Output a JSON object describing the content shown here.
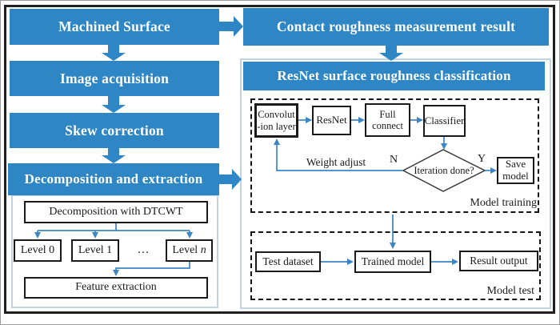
{
  "left_column": {
    "machined_surface": "Machined Surface",
    "image_acquisition": "Image acquisition",
    "skew_correction": "Skew correction",
    "decomposition_extraction": "Decomposition and extraction",
    "decomposition_dtcwt": "Decomposition with DTCWT",
    "level_0": "Level 0",
    "level_1": "Level 1",
    "ellipsis": "…",
    "level_n_prefix": "Level ",
    "level_n_var": "n",
    "feature_extraction": "Feature extraction"
  },
  "right_column": {
    "contact_header": "Contact roughness measurement result",
    "resnet_header": "ResNet surface roughness classification",
    "training": {
      "conv_line1": "Convolut",
      "conv_line2": "-ion layer",
      "resnet": "ResNet",
      "full_line1": "Full",
      "full_line2": "connect",
      "classifier": "Classifier",
      "weight_adjust": "Weight adjust",
      "n_label": "N",
      "iteration_done": "Iteration done?",
      "y_label": "Y",
      "save_line1": "Save",
      "save_line2": "model",
      "section_label": "Model training"
    },
    "test": {
      "test_dataset": "Test dataset",
      "trained_model": "Trained model",
      "result_output": "Result output",
      "section_label": "Model test"
    }
  },
  "colors": {
    "header_blue": "#2e86c5",
    "connector_blue": "#3a85c6",
    "panel_border_blue": "#c4d3e2",
    "dashed_border": "#151515",
    "box_border": "#1a1a1a"
  }
}
